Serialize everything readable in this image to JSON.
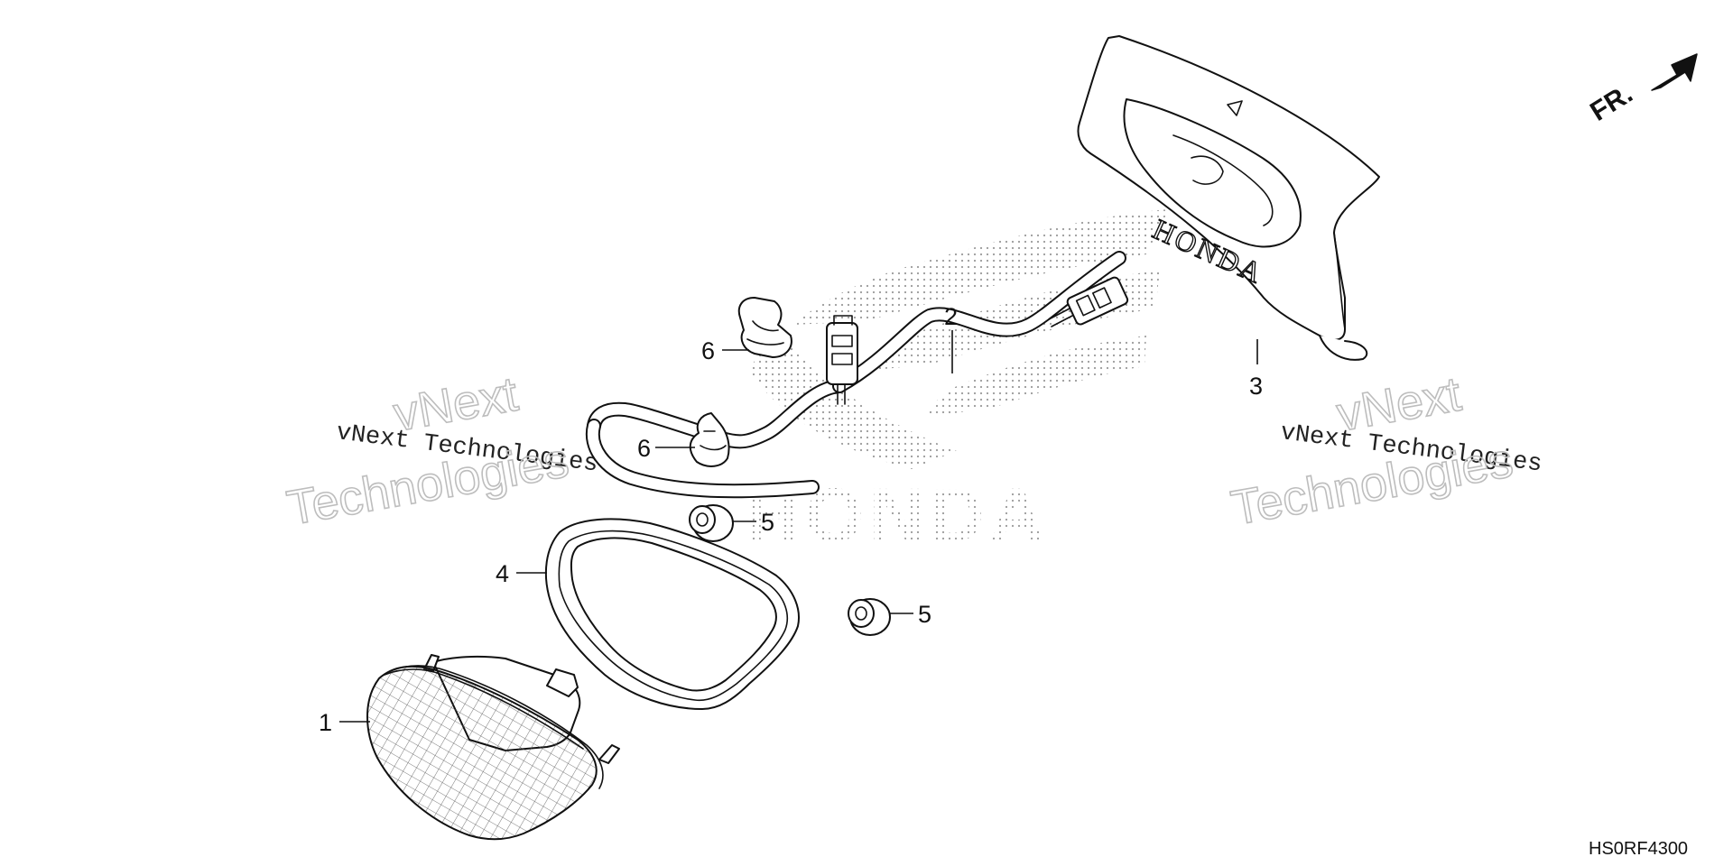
{
  "diagram": {
    "code": "HS0RF4300",
    "direction_label": "FR.",
    "brand_emblem_text": "HONDA",
    "cover_brand_text": "HONDA",
    "watermarks": [
      {
        "line1": "vNext Technologies",
        "line2": "vNext",
        "line3": "Technologies"
      },
      {
        "line1": "vNext Technologies",
        "line2": "vNext",
        "line3": "Technologies"
      }
    ],
    "callouts": [
      {
        "number": "1"
      },
      {
        "number": "2"
      },
      {
        "number": "3"
      },
      {
        "number": "4"
      },
      {
        "number": "5"
      },
      {
        "number": "5"
      },
      {
        "number": "6"
      },
      {
        "number": "6"
      }
    ]
  },
  "colors": {
    "line": "#111111",
    "background": "#ffffff",
    "watermark_outline": "#bdbdbd",
    "halftone": "#9a9a9a"
  }
}
